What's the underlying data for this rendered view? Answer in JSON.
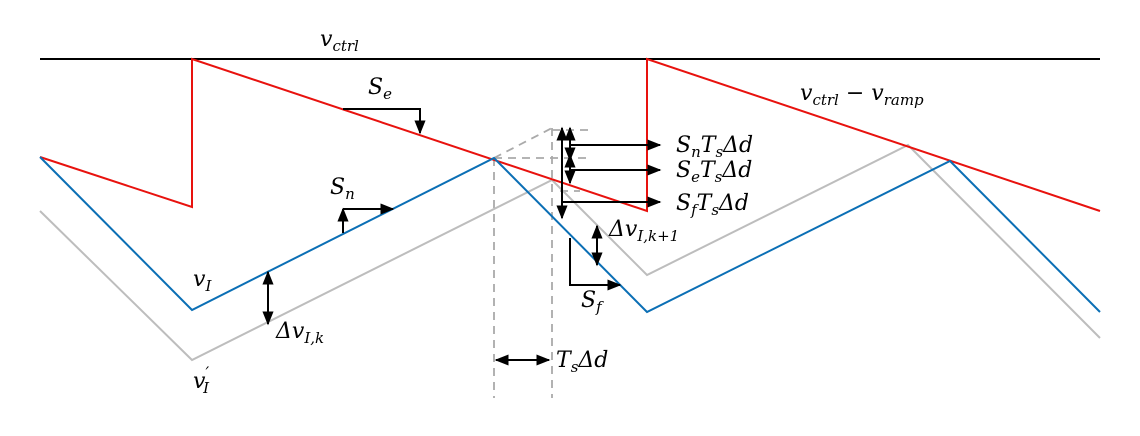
{
  "colors": {
    "vctrl": "#000000",
    "ramp": "#e8120e",
    "current": "#0b6fb5",
    "shifted": "#bdbdbd",
    "guide": "#aaaaaa",
    "arrow": "#000000"
  },
  "labels": {
    "vctrl": {
      "main": "v",
      "sub": "ctrl"
    },
    "ramp": {
      "main": "v",
      "sub1": "ctrl",
      "mid": " − v",
      "sub2": "ramp"
    },
    "se": {
      "main": "S",
      "sub": "e"
    },
    "sn": {
      "main": "S",
      "sub": "n"
    },
    "sf": {
      "main": "S",
      "sub": "f"
    },
    "vi": {
      "main": "v",
      "sub": "I"
    },
    "vi_prime": {
      "main": "v",
      "sup": "′",
      "sub": "I"
    },
    "dvik": {
      "main": "Δv",
      "sub": "I,k"
    },
    "dvik1": {
      "main": "Δv",
      "sub": "I,k+1"
    },
    "sn_ts": {
      "s": "S",
      "sub": "n",
      "rest": "T",
      "sub2": "s",
      "end": "Δd"
    },
    "se_ts": {
      "s": "S",
      "sub": "e",
      "rest": "T",
      "sub2": "s",
      "end": "Δd"
    },
    "sf_ts": {
      "s": "S",
      "sub": "f",
      "rest": "T",
      "sub2": "s",
      "end": "Δd"
    },
    "tsdd": {
      "main": "T",
      "sub": "s",
      "end": "Δd"
    }
  }
}
